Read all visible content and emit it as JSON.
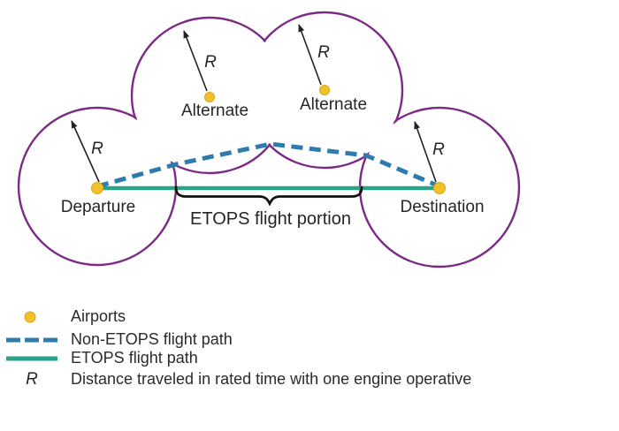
{
  "colors": {
    "circle_stroke": "#7c2b85",
    "non_etops": "#2e7bb0",
    "etops": "#2aa488",
    "airport": "#f2c028",
    "airport_edge": "#dca61a",
    "ink": "#222222"
  },
  "diagram": {
    "radius_symbol": "R",
    "airports": [
      {
        "label": "Departure"
      },
      {
        "label": "Alternate"
      },
      {
        "label": "Alternate"
      },
      {
        "label": "Destination"
      }
    ],
    "bracket_label": "ETOPS flight portion"
  },
  "legend": {
    "items": [
      {
        "symbol": "airport-dot",
        "label": "Airports"
      },
      {
        "symbol": "dashed-line",
        "label": "Non-ETOPS flight path"
      },
      {
        "symbol": "solid-line",
        "label": "ETOPS flight path"
      },
      {
        "symbol": "R",
        "label": "Distance traveled in rated time with one engine operative"
      }
    ]
  }
}
